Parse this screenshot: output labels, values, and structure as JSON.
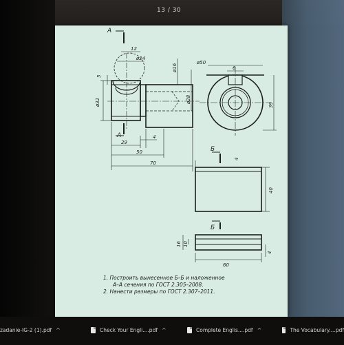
{
  "viewer": {
    "page_counter": "13 / 30"
  },
  "drawing": {
    "section_a": "А",
    "section_b": "Б",
    "dims": {
      "d12": "12",
      "d24": "ø24",
      "d16": "ø16",
      "d50": "ø50",
      "d6": "6",
      "d5": "5",
      "d32": "ø32",
      "d28": "ø28",
      "d39": "39",
      "d4a": "4",
      "d29": "29",
      "d50b": "50",
      "d70": "70",
      "d4b": "4",
      "d40": "40",
      "d16b": "16",
      "d10": "10",
      "d60": "60",
      "d4c": "4"
    }
  },
  "notes": [
    "1. Построить вынесенное Б–Б и наложенное",
    "А–А сечения по ГОСТ 2.305–2008.",
    "2. Нанести размеры по ГОСТ 2.307–2011."
  ],
  "taskbar": {
    "items": [
      {
        "label": "zadanie-IG-2 (1).pdf",
        "icon": "pdf-doc-icon"
      },
      {
        "label": "Check Your Engli....pdf",
        "icon": "pdf-doc-icon"
      },
      {
        "label": "Complete Englis....pdf",
        "icon": "pdf-doc-icon"
      },
      {
        "label": "The Vocabulary....pdf",
        "icon": "pdf-doc-icon"
      }
    ]
  }
}
